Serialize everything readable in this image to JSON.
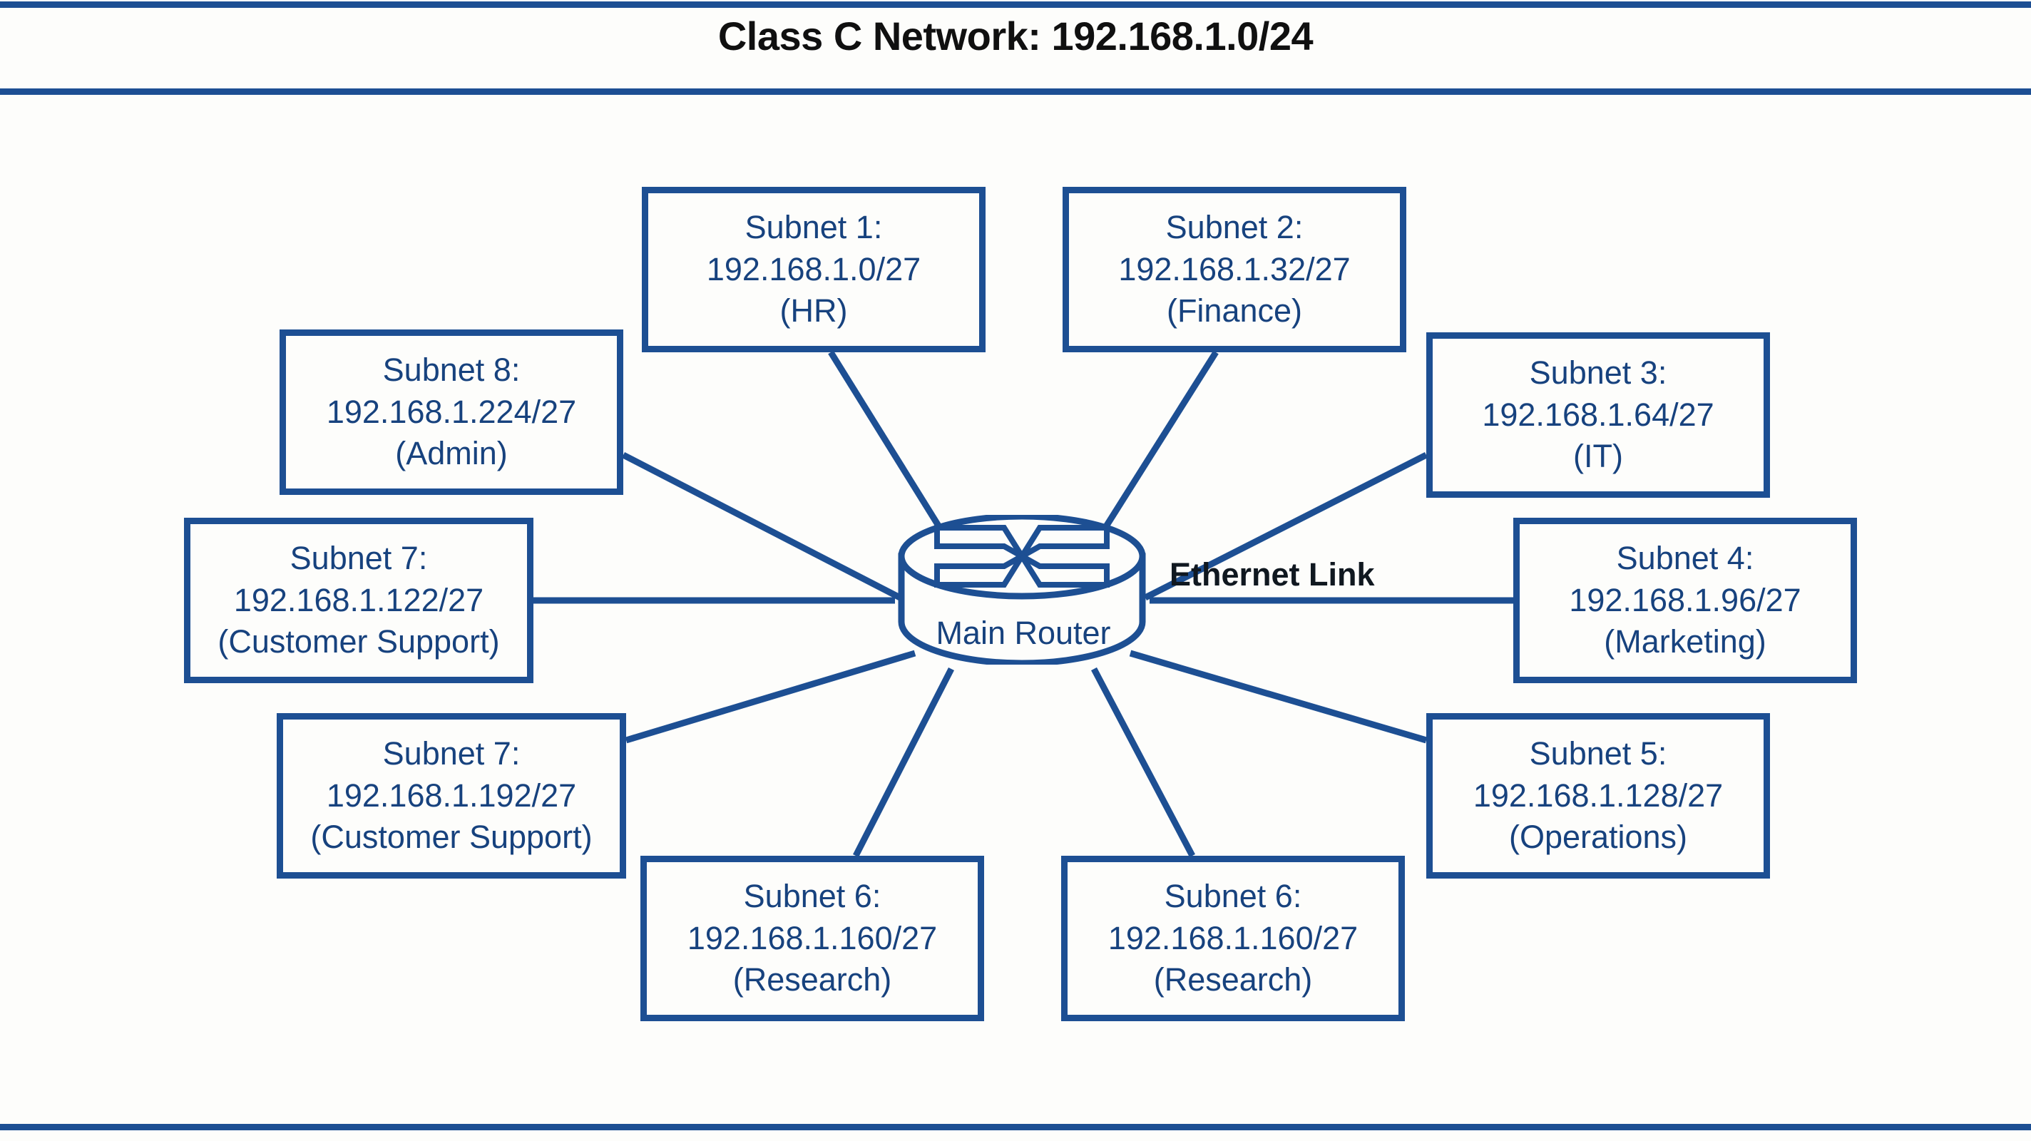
{
  "title": "Class C Network: 192.168.1.0/24",
  "colors": {
    "line": "#1d4f93",
    "box_border": "#1d4f93",
    "text": "#17427e",
    "title_text": "#101010",
    "background": "#fdfdfb"
  },
  "router": {
    "label": "Main Router",
    "icon": "router-icon"
  },
  "link_label": "Ethernet Link",
  "subnets": [
    {
      "id": "subnet-1",
      "name": "Subnet 1:",
      "cidr": "192.168.1.0/27",
      "department": "(HR)"
    },
    {
      "id": "subnet-2",
      "name": "Subnet 2:",
      "cidr": "192.168.1.32/27",
      "department": "(Finance)"
    },
    {
      "id": "subnet-3",
      "name": "Subnet 3:",
      "cidr": "192.168.1.64/27",
      "department": "(IT)"
    },
    {
      "id": "subnet-4",
      "name": "Subnet 4:",
      "cidr": "192.168.1.96/27",
      "department": "(Marketing)"
    },
    {
      "id": "subnet-5",
      "name": "Subnet 5:",
      "cidr": "192.168.1.128/27",
      "department": "(Operations)"
    },
    {
      "id": "subnet-6a",
      "name": "Subnet 6:",
      "cidr": "192.168.1.160/27",
      "department": "(Research)"
    },
    {
      "id": "subnet-6b",
      "name": "Subnet 6:",
      "cidr": "192.168.1.160/27",
      "department": "(Research)"
    },
    {
      "id": "subnet-7a",
      "name": "Subnet 7:",
      "cidr": "192.168.1.122/27",
      "department": "(Customer Support)"
    },
    {
      "id": "subnet-7b",
      "name": "Subnet 7:",
      "cidr": "192.168.1.192/27",
      "department": "(Customer Support)"
    },
    {
      "id": "subnet-8",
      "name": "Subnet 8:",
      "cidr": "192.168.1.224/27",
      "department": "(Admin)"
    }
  ]
}
